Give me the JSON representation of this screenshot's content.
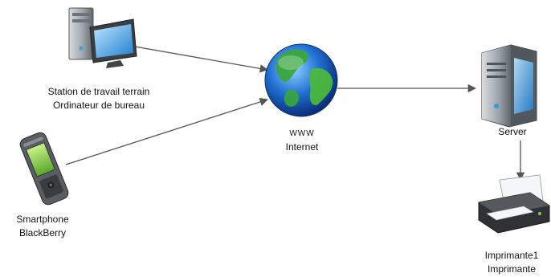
{
  "nodes": {
    "workstation": {
      "line1": "Station de travail terrain",
      "line2": "Ordinateur de bureau",
      "icon": "desktop-computer-icon"
    },
    "smartphone": {
      "line1": "Smartphone",
      "line2": "BlackBerry",
      "icon": "smartphone-icon"
    },
    "internet": {
      "line1": "WWW",
      "line2": "Internet",
      "icon": "globe-icon"
    },
    "server": {
      "line1": "Server",
      "icon": "server-tower-icon"
    },
    "printer": {
      "line1": "Imprimante1",
      "line2": "Imprimante",
      "icon": "printer-icon"
    }
  },
  "edges": [
    {
      "from": "workstation",
      "to": "internet"
    },
    {
      "from": "smartphone",
      "to": "internet"
    },
    {
      "from": "internet",
      "to": "server"
    },
    {
      "from": "server",
      "to": "printer"
    }
  ],
  "colors": {
    "edge": "#555555",
    "globe_ocean": "#1e5fc8",
    "globe_land": "#3aa63a",
    "tower": "#8a9299",
    "screen": "#2a8fd8",
    "phone": "#4a4a4a",
    "phone_screen": "#8ed04a"
  }
}
